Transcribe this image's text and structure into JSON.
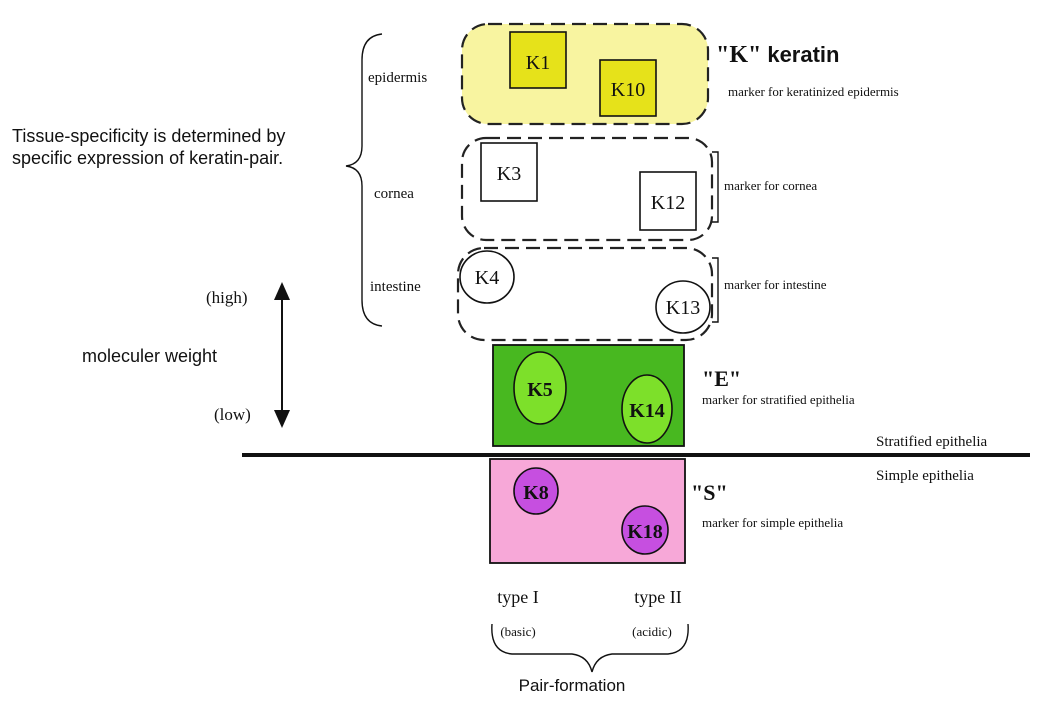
{
  "left_note": {
    "line1": "Tissue-specificity is determined by",
    "line2": "specific expression of keratin-pair."
  },
  "tissues": [
    {
      "label": "epidermis"
    },
    {
      "label": "cornea"
    },
    {
      "label": "intestine"
    }
  ],
  "molecular_weight": {
    "high": "(high)",
    "label": "moleculer weight",
    "low": "(low)"
  },
  "groups": {
    "k": {
      "title_quote": "\"K\"",
      "title_word": "keratin",
      "marker": "marker for keratinized epidermis",
      "fill": "#f8f4a0",
      "keratin_fill": "#e6e21a",
      "k1": "K1",
      "k10": "K10"
    },
    "cornea": {
      "marker": "marker for cornea",
      "k3": "K3",
      "k12": "K12"
    },
    "intestine": {
      "marker": "marker for intestine",
      "k4": "K4",
      "k13": "K13"
    },
    "e": {
      "title": "\"E\"",
      "marker": "marker for stratified epithelia",
      "fill": "#48b820",
      "ellipse_fill": "#7de02a",
      "k5": "K5",
      "k14": "K14"
    },
    "s": {
      "title": "\"S\"",
      "marker": "marker for simple epithelia",
      "fill": "#f7a8d8",
      "circle_fill": "#c64fe0",
      "k8": "K8",
      "k18": "K18"
    }
  },
  "divider": {
    "above": "Stratified epithelia",
    "below": "Simple epithelia"
  },
  "types": {
    "type1": "type I",
    "type1_sub": "(basic)",
    "type2": "type II",
    "type2_sub": "(acidic)",
    "pair": "Pair-formation"
  }
}
